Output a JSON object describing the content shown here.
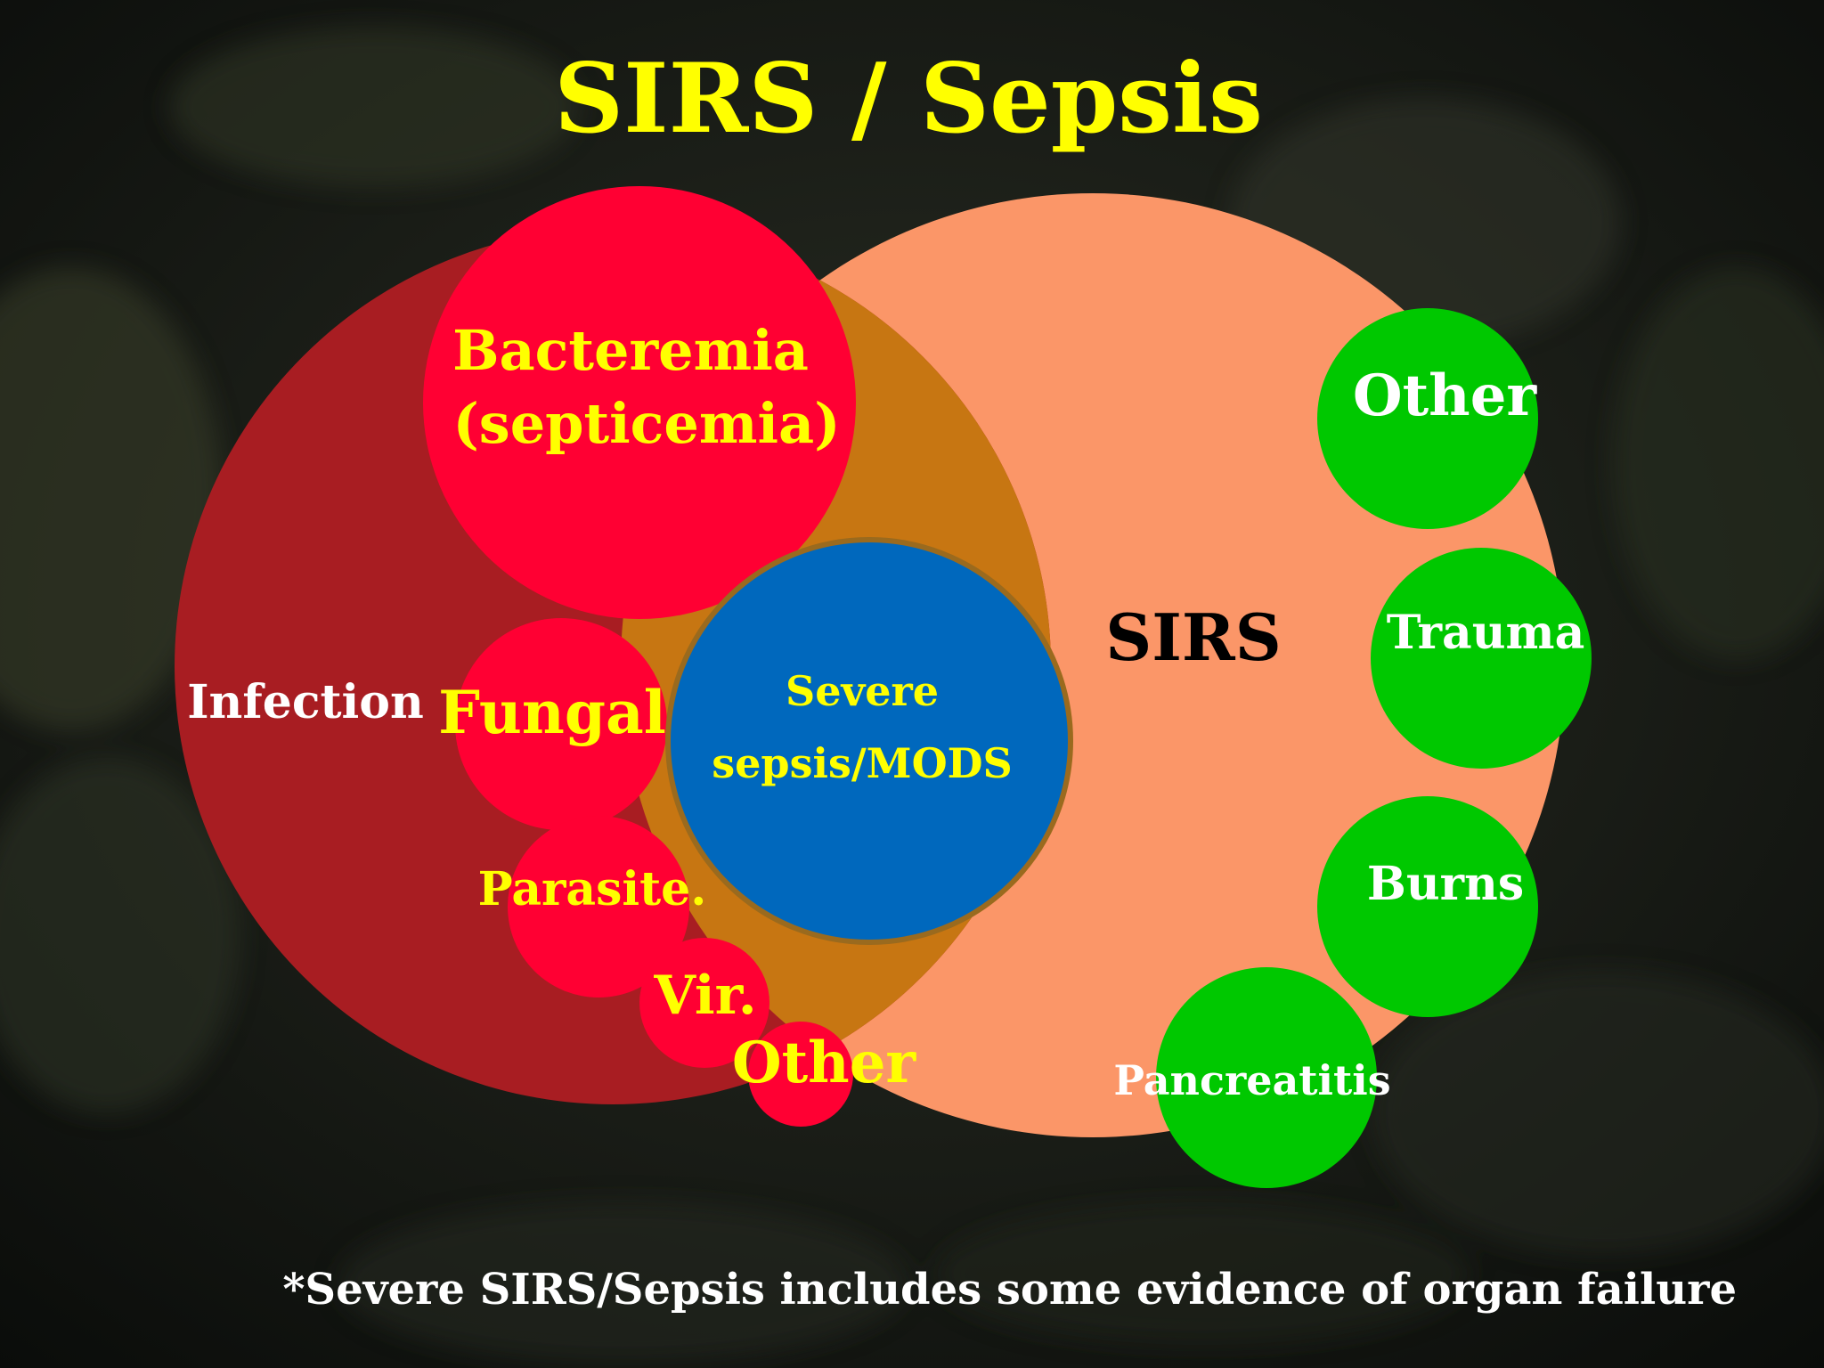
{
  "title": "SIRS / Sepsis",
  "footnote": "*Severe SIRS/Sepsis includes some evidence of organ failure",
  "colors": {
    "background": "#101310",
    "title_text": "#ffff00",
    "infection_circle": "#a81d22",
    "sirs_circle": "#fb9668",
    "overlap_region": "#c77612",
    "infection_subtypes": "#ff0033",
    "severe_sepsis": "#0068bd",
    "sirs_causes": "#00c800",
    "label_yellow": "#ffff00",
    "label_white": "#ffffff",
    "label_black": "#000000"
  },
  "labels": {
    "infection": "Infection",
    "sirs": "SIRS",
    "severe_sepsis": [
      "Severe",
      "sepsis/MODS"
    ],
    "infection_subtypes": {
      "bacteremia": [
        "Bacteremia",
        "(septicemia)"
      ],
      "fungal": "Fungal",
      "parasite": "Parasite.",
      "viral": "Vir.",
      "other": "Other"
    },
    "sirs_causes": {
      "other": "Other",
      "trauma": "Trauma",
      "burns": "Burns",
      "pancreatitis": "Pancreatitis"
    }
  }
}
